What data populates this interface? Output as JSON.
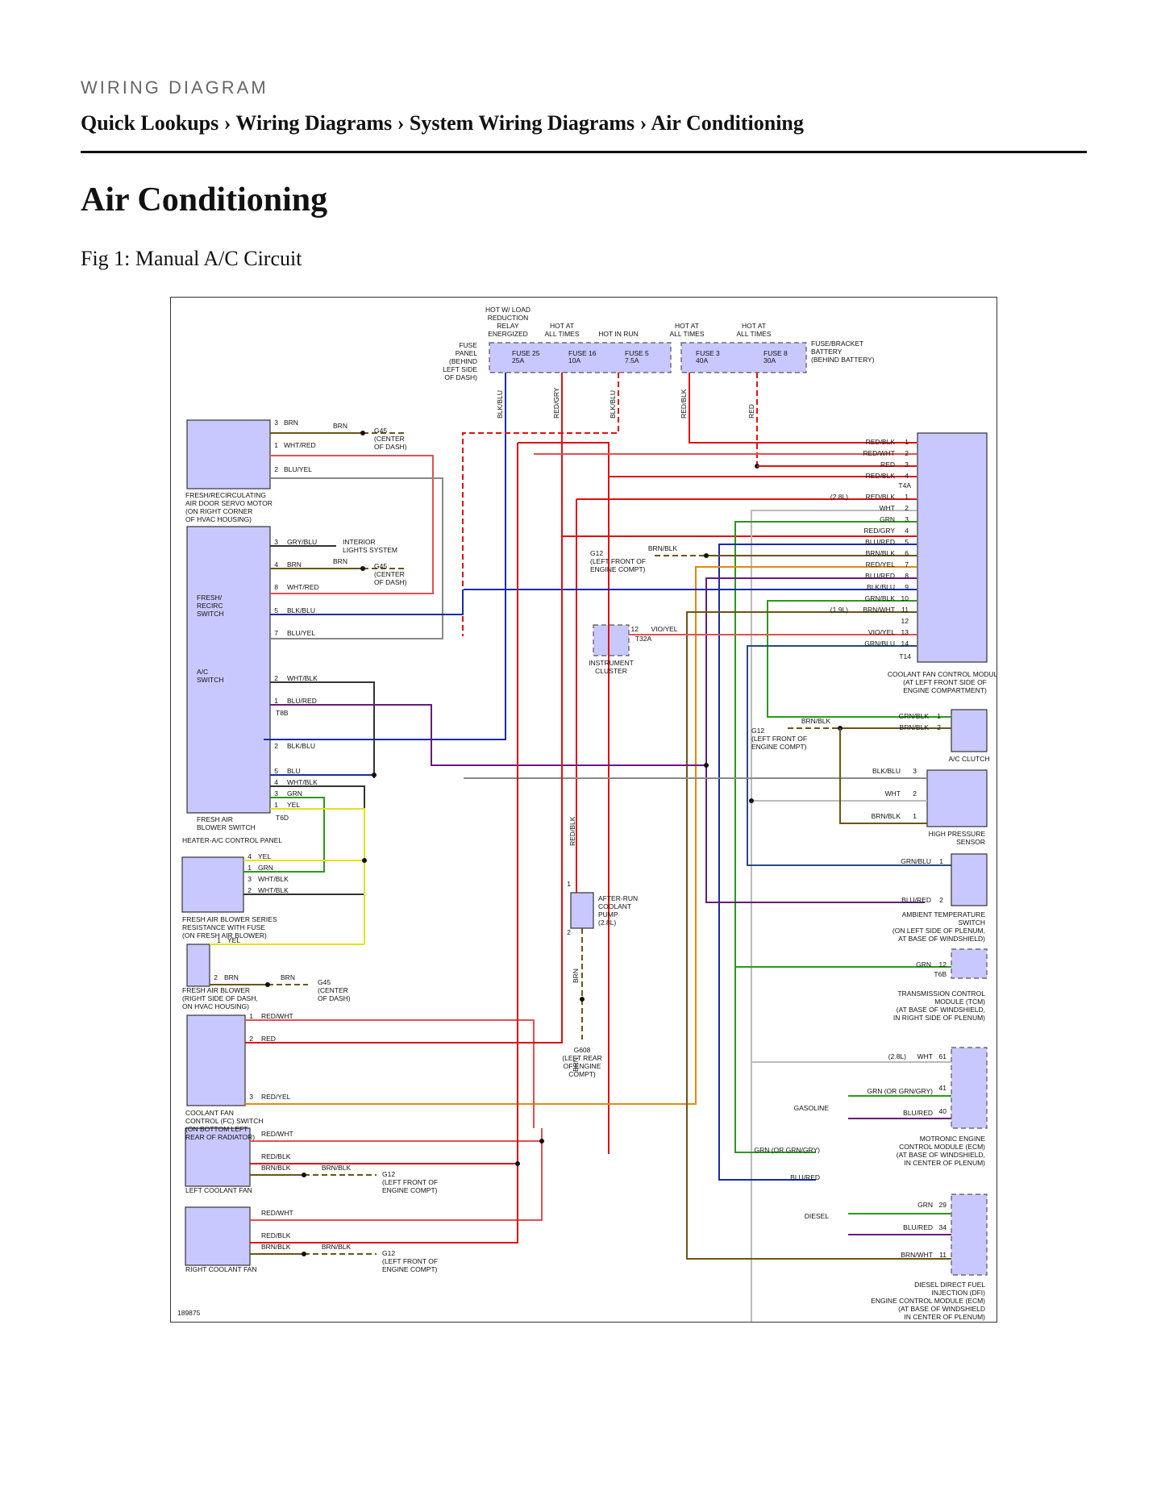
{
  "page": {
    "kicker": "WIRING DIAGRAM",
    "breadcrumb": "Quick Lookups › Wiring Diagrams › System Wiring Diagrams › Air Conditioning",
    "title": "Air Conditioning",
    "figure_caption": "Fig 1: Manual A/C Circuit"
  },
  "diagram": {
    "id": "189875",
    "fuses": {
      "panel_label": [
        "FUSE",
        "PANEL",
        "(BEHIND",
        "LEFT SIDE",
        "OF DASH)"
      ],
      "battery_label": [
        "FUSE/BRACKET",
        "BATTERY",
        "(BEHIND BATTERY)"
      ],
      "headers": [
        [
          "HOT W/ LOAD",
          "REDUCTION",
          "RELAY",
          "ENERGIZED"
        ],
        [
          "HOT AT",
          "ALL TIMES"
        ],
        [
          "HOT IN RUN"
        ],
        [
          "HOT AT",
          "ALL TIMES"
        ],
        [
          "HOT AT",
          "ALL TIMES"
        ]
      ],
      "items": [
        {
          "name": "FUSE 25",
          "rating": "25A",
          "wire": "BLK/BLU"
        },
        {
          "name": "FUSE 16",
          "rating": "10A",
          "wire": "RED/GRY"
        },
        {
          "name": "FUSE 5",
          "rating": "7.5A",
          "wire": "BLK/BLU"
        },
        {
          "name": "FUSE 3",
          "rating": "40A",
          "wire": "RED/BLK"
        },
        {
          "name": "FUSE 8",
          "rating": "30A",
          "wire": "RED"
        }
      ]
    },
    "left_components": {
      "servo_motor": [
        "FRESH/RECIRCULATING",
        "AIR DOOR SERVO MOTOR",
        "(ON RIGHT CORNER",
        "OF HVAC HOUSING)"
      ],
      "g45": [
        "G45",
        "(CENTER",
        "OF DASH)"
      ],
      "interior_lights": [
        "INTERIOR",
        "LIGHTS SYSTEM"
      ],
      "fresh_recirc_switch": [
        "FRESH/",
        "RECIRC",
        "SWITCH"
      ],
      "ac_switch": [
        "A/C",
        "SWITCH"
      ],
      "fresh_air_blower_switch": [
        "FRESH AIR",
        "BLOWER SWITCH"
      ],
      "control_panel": "HEATER-A/C CONTROL PANEL",
      "blower_resistance": [
        "FRESH AIR BLOWER SERIES",
        "RESISTANCE WITH FUSE",
        "(ON FRESH AIR BLOWER)"
      ],
      "fresh_air_blower": [
        "FRESH AIR BLOWER",
        "(RIGHT SIDE OF DASH,",
        "ON HVAC HOUSING)"
      ],
      "fc_switch": [
        "COOLANT FAN",
        "CONTROL (FC) SWITCH",
        "(ON BOTTOM LEFT",
        "REAR OF RADIATOR)"
      ],
      "left_fan": "LEFT COOLANT FAN",
      "right_fan": "RIGHT COOLANT FAN",
      "g12": [
        "G12",
        "(LEFT FRONT OF",
        "ENGINE COMPT)"
      ],
      "connectors": [
        "T8B",
        "T6D"
      ]
    },
    "center_components": {
      "instrument_cluster": [
        "INSTRUMENT",
        "CLUSTER"
      ],
      "t32a": "T32A",
      "after_run_pump": [
        "AFTER-RUN",
        "COOLANT",
        "PUMP",
        "(2.8L)"
      ],
      "g608": [
        "G608",
        "(LEFT REAR",
        "OF ENGINE",
        "COMPT)"
      ]
    },
    "right_components": {
      "coolant_fan_module": [
        "COOLANT FAN CONTROL MODULE",
        "(AT LEFT FRONT SIDE OF",
        "ENGINE COMPARTMENT)"
      ],
      "ac_clutch": "A/C CLUTCH",
      "high_pressure_sensor": [
        "HIGH PRESSURE",
        "SENSOR"
      ],
      "ambient_temp_switch": [
        "AMBIENT TEMPERATURE",
        "SWITCH",
        "(ON LEFT SIDE OF PLENUM,",
        "AT BASE OF WINDSHIELD)"
      ],
      "tcm": [
        "TRANSMISSION CONTROL",
        "MODULE (TCM)",
        "(AT BASE OF WINDSHIELD,",
        "IN RIGHT SIDE OF PLENUM)"
      ],
      "motronic_ecm": [
        "MOTRONIC ENGINE",
        "CONTROL MODULE (ECM)",
        "(AT BASE OF WINDSHIELD,",
        "IN CENTER OF PLENUM)"
      ],
      "dfi_ecm": [
        "DIESEL DIRECT FUEL",
        "INJECTION (DFI)",
        "ENGINE CONTROL MODULE (ECM)",
        "(AT BASE OF WINDSHIELD",
        "IN CENTER OF PLENUM)"
      ],
      "gasoline": "GASOLINE",
      "diesel": "DIESEL",
      "connectors": [
        "T4A",
        "T14",
        "T6B"
      ]
    },
    "module_t4a": [
      {
        "wire": "RED/BLK",
        "pin": "1"
      },
      {
        "wire": "RED/WHT",
        "pin": "2"
      },
      {
        "wire": "RED",
        "pin": "3"
      },
      {
        "wire": "RED/BLK",
        "pin": "4"
      }
    ],
    "module_t14": [
      {
        "wire": "RED/BLK",
        "pin": "1",
        "note": "(2.8L)"
      },
      {
        "wire": "WHT",
        "pin": "2",
        "note": ""
      },
      {
        "wire": "GRN",
        "pin": "3",
        "note": ""
      },
      {
        "wire": "RED/GRY",
        "pin": "4",
        "note": ""
      },
      {
        "wire": "BLU/RED",
        "pin": "5",
        "note": ""
      },
      {
        "wire": "BRN/BLK",
        "pin": "6",
        "note": ""
      },
      {
        "wire": "RED/YEL",
        "pin": "7",
        "note": ""
      },
      {
        "wire": "BLU/RED",
        "pin": "8",
        "note": ""
      },
      {
        "wire": "BLK/BLU",
        "pin": "9",
        "note": ""
      },
      {
        "wire": "GRN/BLK",
        "pin": "10",
        "note": ""
      },
      {
        "wire": "BRN/WHT",
        "pin": "11",
        "note": "(1.9L)"
      },
      {
        "wire": "",
        "pin": "12",
        "note": ""
      },
      {
        "wire": "VIO/YEL",
        "pin": "13",
        "note": ""
      },
      {
        "wire": "GRN/BLU",
        "pin": "14",
        "note": ""
      }
    ],
    "pin_labels": {
      "servo": [
        [
          "3",
          "BRN"
        ],
        [
          "1",
          "WHT/RED"
        ],
        [
          "2",
          "BLU/YEL"
        ]
      ],
      "panel": [
        [
          "3",
          "GRY/BLU"
        ],
        [
          "4",
          "BRN"
        ],
        [
          "8",
          "WHT/RED"
        ],
        [
          "5",
          "BLK/BLU"
        ],
        [
          "7",
          "BLU/YEL"
        ],
        [
          "2",
          "WHT/BLK"
        ],
        [
          "1",
          "BLU/RED"
        ],
        [
          "2",
          "BLK/BLU"
        ]
      ],
      "blower_switch": [
        [
          "5",
          "BLU"
        ],
        [
          "4",
          "WHT/BLK"
        ],
        [
          "3",
          "GRN"
        ],
        [
          "1",
          "YEL"
        ]
      ],
      "resistance": [
        [
          "4",
          "YEL"
        ],
        [
          "1",
          "GRN"
        ],
        [
          "3",
          "WHT/BLK"
        ],
        [
          "2",
          "WHT/BLK"
        ]
      ],
      "blower": [
        [
          "1",
          "YEL"
        ],
        [
          "2",
          "BRN"
        ]
      ],
      "fc_switch": [
        [
          "1",
          "RED/WHT"
        ],
        [
          "2",
          "RED"
        ],
        [
          "3",
          "RED/YEL"
        ]
      ],
      "left_fan": [
        "RED/WHT",
        "RED/BLK",
        "BRN/BLK"
      ],
      "right_fan": [
        "RED/WHT",
        "RED/BLK",
        "BRN/BLK"
      ],
      "cluster": [
        [
          "12",
          "VIO/YEL"
        ]
      ],
      "pump": [
        [
          "1",
          "RED/BLK"
        ],
        [
          "2",
          "BRN"
        ]
      ],
      "clutch": [
        [
          "GRN/BLK",
          "1"
        ],
        [
          "BRN/BLK",
          "2"
        ]
      ],
      "hp_sensor": [
        [
          "BLK/BLU",
          "3"
        ],
        [
          "WHT",
          "2"
        ],
        [
          "BRN/BLK",
          "1"
        ]
      ],
      "ambient": [
        [
          "GRN/BLU",
          "1"
        ],
        [
          "BLU/RED",
          "2"
        ]
      ],
      "tcm": [
        [
          "GRN",
          "12"
        ]
      ],
      "motronic": [
        [
          "WHT",
          "61",
          "(2.8L)"
        ],
        [
          "GRN (OR GRN/GRY)",
          "41",
          ""
        ],
        [
          "BLU/RED",
          "40",
          ""
        ]
      ],
      "dfi": [
        [
          "GRN",
          "29"
        ],
        [
          "BLU/RED",
          "34"
        ],
        [
          "BRN/WHT",
          "11"
        ]
      ],
      "misc": [
        "BRN",
        "BRN/BLK",
        "G45",
        "GRN (OR GRN/GRY)",
        "BLU/RED"
      ]
    }
  }
}
